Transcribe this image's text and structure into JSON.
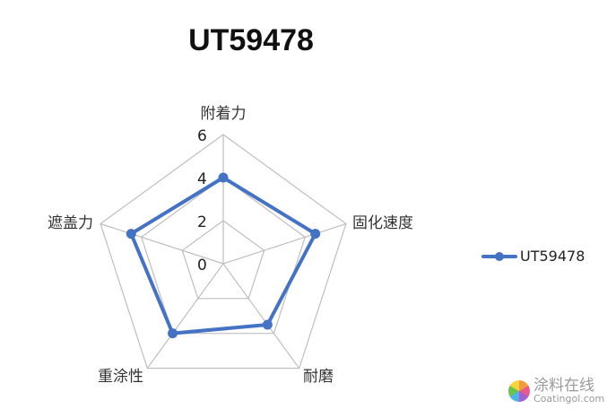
{
  "chart_data": {
    "type": "radar",
    "title": "UT59478",
    "categories": [
      "附着力",
      "固化速度",
      "耐磨",
      "重涂性",
      "遮盖力"
    ],
    "series": [
      {
        "name": "UT59478",
        "values": [
          4,
          4.5,
          3.5,
          4,
          4.5
        ],
        "color": "#4472C4"
      }
    ],
    "rlim": [
      0,
      6
    ],
    "rticks": [
      "0",
      "2",
      "4",
      "6"
    ],
    "grid": true,
    "legend_position": "right"
  },
  "legend": {
    "label": "UT59478"
  },
  "watermark": {
    "cn": "涂料在线",
    "en": "Coatingol.com"
  }
}
